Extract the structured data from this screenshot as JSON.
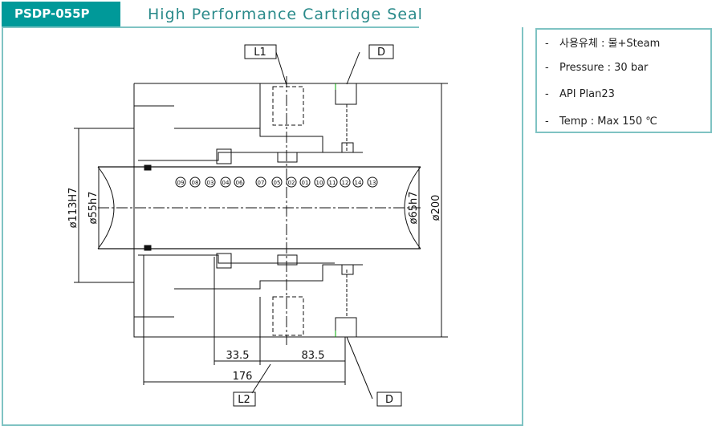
{
  "header": {
    "model": "PSDP-055P",
    "title": "High Performance Cartridge Seal"
  },
  "specs": [
    {
      "dash": "-",
      "text": "사용유체 : 물+Steam"
    },
    {
      "dash": "-",
      "text": "Pressure : 30 bar"
    },
    {
      "dash": "-",
      "text": "API Plan23"
    },
    {
      "dash": "-",
      "text": "Temp : Max 150 ℃"
    }
  ],
  "drawing": {
    "labels": {
      "l1": "L1",
      "d_top": "D",
      "l2": "L2",
      "d_bottom": "D"
    },
    "dims": {
      "d113": "ø113H7",
      "d55": "ø55h7",
      "d65": "ø65h7",
      "d200": "ø200",
      "w335": "33.5",
      "w835": "83.5",
      "w176": "176"
    },
    "balloons": [
      "09",
      "08",
      "03",
      "04",
      "06",
      "07",
      "05",
      "02",
      "01",
      "10",
      "11",
      "12",
      "14",
      "13"
    ]
  }
}
